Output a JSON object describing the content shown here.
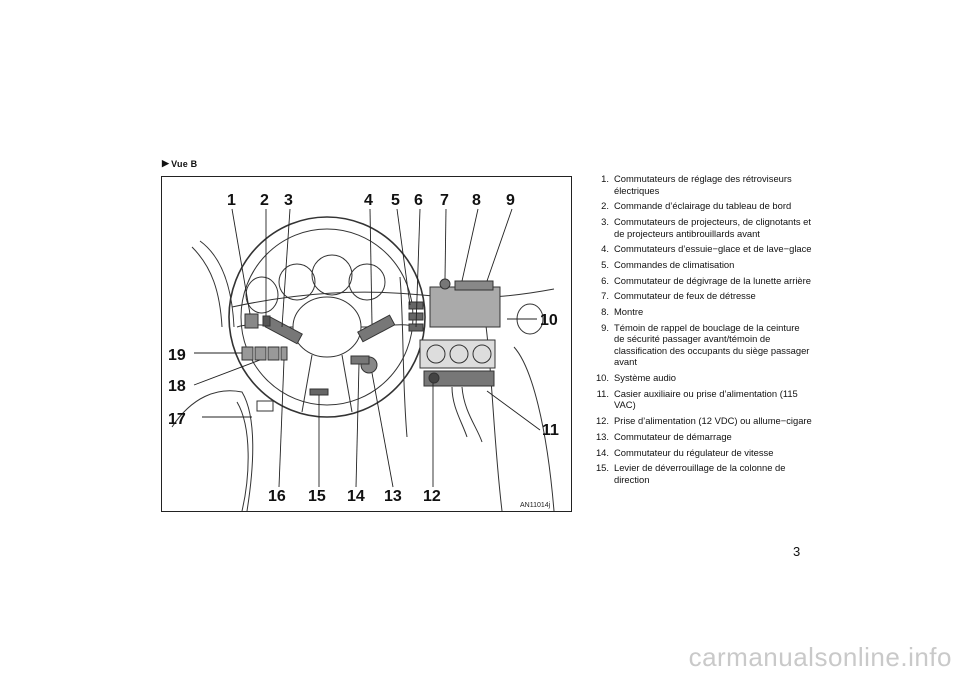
{
  "section_title": "Vue  B",
  "figure": {
    "code": "AN11014j",
    "callouts": [
      "1",
      "2",
      "3",
      "4",
      "5",
      "6",
      "7",
      "8",
      "9",
      "10",
      "11",
      "12",
      "13",
      "14",
      "15",
      "16",
      "17",
      "18",
      "19"
    ]
  },
  "items": [
    {
      "num": "1.",
      "text": "Commutateurs de réglage des rétroviseurs électriques"
    },
    {
      "num": "2.",
      "text": "Commande d’éclairage du tableau de bord"
    },
    {
      "num": "3.",
      "text": "Commutateurs de projecteurs, de clignotants et de projecteurs antibrouillards avant"
    },
    {
      "num": "4.",
      "text": "Commutateurs d’essuie−glace et de lave−glace"
    },
    {
      "num": "5.",
      "text": "Commandes de climatisation"
    },
    {
      "num": "6.",
      "text": "Commutateur de dégivrage de la lunette arrière"
    },
    {
      "num": "7.",
      "text": "Commutateur de feux de détresse"
    },
    {
      "num": "8.",
      "text": "Montre"
    },
    {
      "num": "9.",
      "text": "Témoin de rappel de bouclage de la ceinture de sécurité passager avant/témoin de classification des occupants du siège passager avant"
    },
    {
      "num": "10.",
      "text": "Système audio"
    },
    {
      "num": "11.",
      "text": "Casier auxiliaire ou prise d’alimentation (115 VAC)"
    },
    {
      "num": "12.",
      "text": "Prise d’alimentation (12 VDC) ou allume−cigare"
    },
    {
      "num": "13.",
      "text": "Commutateur de démarrage"
    },
    {
      "num": "14.",
      "text": "Commutateur du régulateur de vitesse"
    },
    {
      "num": "15.",
      "text": "Levier de déverrouillage de la colonne de direction"
    }
  ],
  "page_number": "3",
  "watermark": "carmanualsonline.info"
}
